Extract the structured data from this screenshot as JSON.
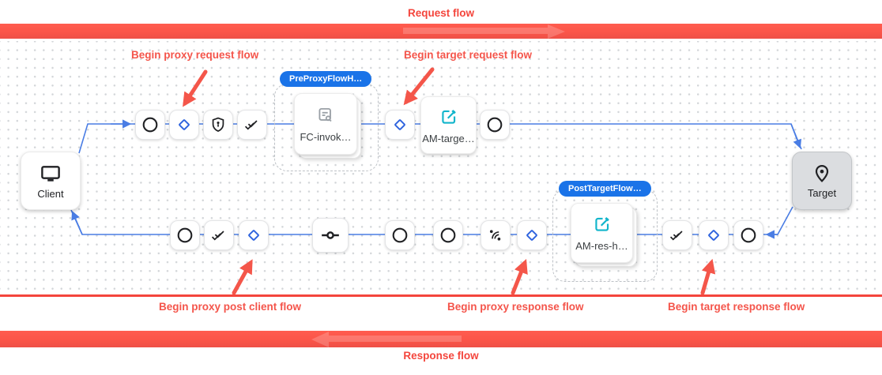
{
  "header": {
    "request_flow_label": "Request flow"
  },
  "footer": {
    "response_flow_label": "Response flow"
  },
  "annotations": {
    "begin_proxy_request": "Begin proxy request flow",
    "begin_target_request": "Begin target request flow",
    "begin_proxy_post_client": "Begin proxy post client flow",
    "begin_proxy_response": "Begin proxy response flow",
    "begin_target_response": "Begin target response flow"
  },
  "endpoints": {
    "client": {
      "label": "Client",
      "icon": "monitor-icon"
    },
    "target": {
      "label": "Target",
      "icon": "pin-icon"
    }
  },
  "request_flow": {
    "steps": [
      "circle-icon",
      "diamond-icon",
      "shield-icon",
      "double-check-icon",
      "diamond-icon",
      "circle-icon"
    ],
    "pre_proxy_group": {
      "badge": "PreProxyFlowH…",
      "policy_label": "FC-invok…",
      "policy_icon": "flow-callout-icon"
    },
    "target_policy": {
      "label": "AM-targe…",
      "icon": "edit-icon"
    }
  },
  "response_flow": {
    "steps": [
      "circle-icon",
      "double-check-icon",
      "diamond-icon",
      "connector-icon",
      "circle-icon",
      "circle-icon",
      "signal-icon",
      "diamond-icon",
      "double-check-icon",
      "diamond-icon",
      "circle-icon"
    ],
    "post_target_group": {
      "badge": "PostTargetFlow…",
      "policy_label": "AM-res-h…",
      "policy_icon": "edit-icon"
    }
  },
  "colors": {
    "accent_red": "#F4453C",
    "flow_blue": "#4A7DE4",
    "badge_blue": "#1A73E8",
    "policy_teal": "#12B5CB",
    "icon_gray": "#9AA0A6"
  }
}
